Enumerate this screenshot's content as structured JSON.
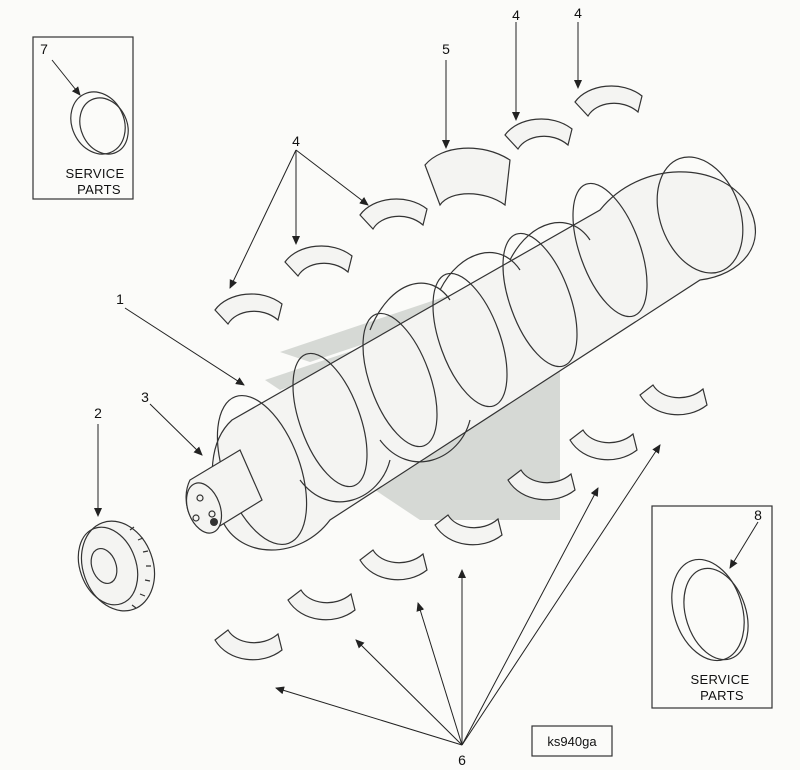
{
  "drawing": {
    "id_label": "ks940ga",
    "callouts": {
      "c1": "1",
      "c2": "2",
      "c3": "3",
      "c4a": "4",
      "c4b": "4",
      "c4c": "4",
      "c5": "5",
      "c6": "6",
      "c7": "7",
      "c8": "8"
    },
    "service_box_left": {
      "line1": "SERVICE",
      "line2": "PARTS"
    },
    "service_box_right": {
      "line1": "SERVICE",
      "line2": "PARTS"
    }
  },
  "colors": {
    "line": "#333333",
    "watermark": "#b8bdb8",
    "background": "#fbfbf9"
  }
}
